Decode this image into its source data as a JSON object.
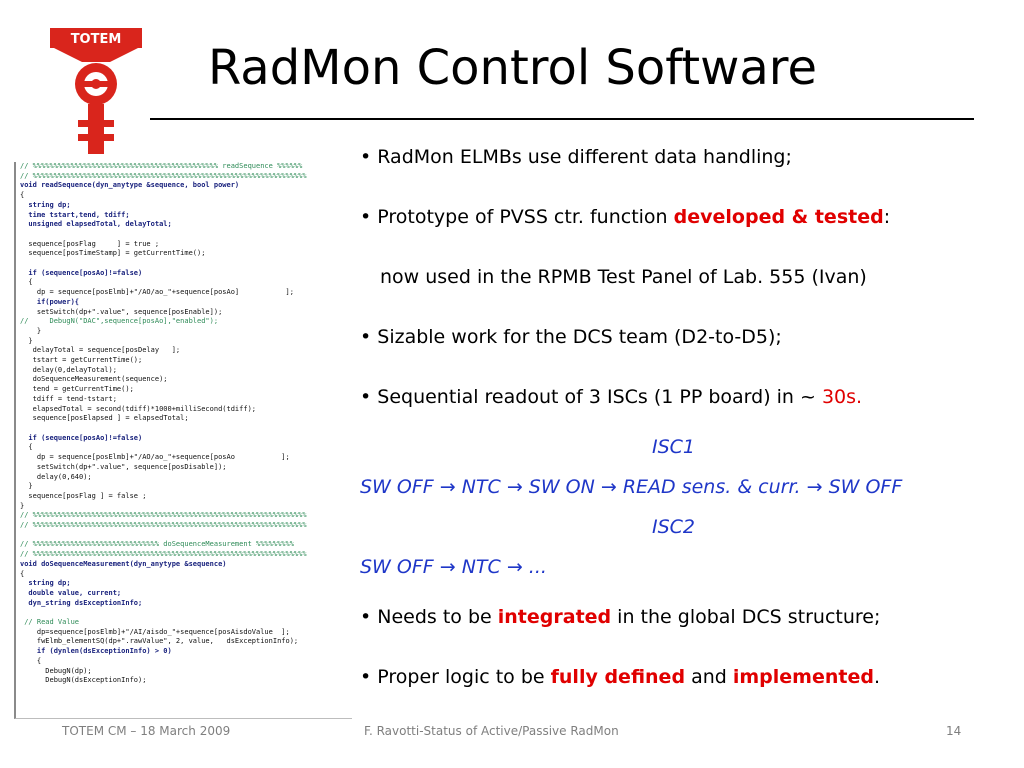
{
  "slide": {
    "title": "RadMon Control Software",
    "logo_text": "TOTEM"
  },
  "colors": {
    "emphasis": "#e00000",
    "sequence": "#1f37c8",
    "logo": "#d9251c"
  },
  "bullets": {
    "b1": "RadMon ELMBs use different data handling;",
    "b2_pre": "Prototype of PVSS ctr. function ",
    "b2_em": "developed & tested",
    "b2_post": ":",
    "b2_cont": "now used in the RPMB Test Panel of Lab. 555 (Ivan)",
    "b3": "Sizable work for the DCS team (D2-to-D5);",
    "b4_pre": "Sequential readout  of 3 ISCs (1 PP board) in ~ ",
    "b4_em": "30s.",
    "isc1": "ISC1",
    "seq1": "SW OFF → NTC → SW ON → READ sens. & curr. → SW OFF",
    "isc2": "ISC2",
    "seq2": "SW OFF → NTC → ...",
    "b5_pre": "Needs to be ",
    "b5_em": "integrated",
    "b5_post": " in the global DCS structure;",
    "b6_pre": "Proper logic to be ",
    "b6_em1": "fully defined",
    "b6_mid": " and ",
    "b6_em2": "implemented",
    "b6_post": "."
  },
  "code_lines": [
    "// %%%%%%%%%%%%%%%%%%%%%%%%%%%%%%%%%%%%%%%%%%%% readSequence %%%%%%",
    "// %%%%%%%%%%%%%%%%%%%%%%%%%%%%%%%%%%%%%%%%%%%%%%%%%%%%%%%%%%%%%%%%%",
    "void readSequence(dyn_anytype &sequence, bool power)",
    "{",
    "  string dp;",
    "  time tstart,tend, tdiff;",
    "  unsigned elapsedTotal, delayTotal;",
    "",
    "  sequence[posFlag     ] = true ;",
    "  sequence[posTimeStamp] = getCurrentTime();",
    "",
    "  if (sequence[posAo]!=false)",
    "  {",
    "    dp = sequence[posElmb]+\"/AO/ao_\"+sequence[posAo]           ];",
    "    if(power){",
    "    setSwitch(dp+\".value\", sequence[posEnable]);",
    "//     DebugN(\"DAC\",sequence[posAo],\"enabled\");",
    "    }",
    "  }",
    "   delayTotal = sequence[posDelay   ];",
    "   tstart = getCurrentTime();",
    "   delay(0,delayTotal);",
    "   doSequenceMeasurement(sequence);",
    "   tend = getCurrentTime();",
    "   tdiff = tend-tstart;",
    "   elapsedTotal = second(tdiff)*1000+milliSecond(tdiff);",
    "   sequence[posElapsed ] = elapsedTotal;",
    "",
    "  if (sequence[posAo]!=false)",
    "  {",
    "    dp = sequence[posElmb]+\"/AO/ao_\"+sequence[posAo           ];",
    "    setSwitch(dp+\".value\", sequence[posDisable]);",
    "    delay(0,640);",
    "  }",
    "  sequence[posFlag ] = false ;",
    "}",
    "// %%%%%%%%%%%%%%%%%%%%%%%%%%%%%%%%%%%%%%%%%%%%%%%%%%%%%%%%%%%%%%%%%",
    "// %%%%%%%%%%%%%%%%%%%%%%%%%%%%%%%%%%%%%%%%%%%%%%%%%%%%%%%%%%%%%%%%%",
    "",
    "// %%%%%%%%%%%%%%%%%%%%%%%%%%%%%% doSequenceMeasurement %%%%%%%%%",
    "// %%%%%%%%%%%%%%%%%%%%%%%%%%%%%%%%%%%%%%%%%%%%%%%%%%%%%%%%%%%%%%%%%",
    "void doSequenceMeasurement(dyn_anytype &sequence)",
    "{",
    "  string dp;",
    "  double value, current;",
    "  dyn_string dsExceptionInfo;",
    "",
    " // Read Value",
    "    dp=sequence[posElmb]+\"/AI/aisdo_\"+sequence[posAisdoValue  ];",
    "    fwElmb_elementSQ(dp+\".rawValue\", 2, value,   dsExceptionInfo);",
    "    if (dynlen(dsExceptionInfo) > 0)",
    "    {",
    "      DebugN(dp);",
    "      DebugN(dsExceptionInfo);"
  ],
  "footer": {
    "left": "TOTEM CM – 18 March 2009",
    "center": "F. Ravotti-Status of Active/Passive RadMon",
    "page": "14"
  }
}
